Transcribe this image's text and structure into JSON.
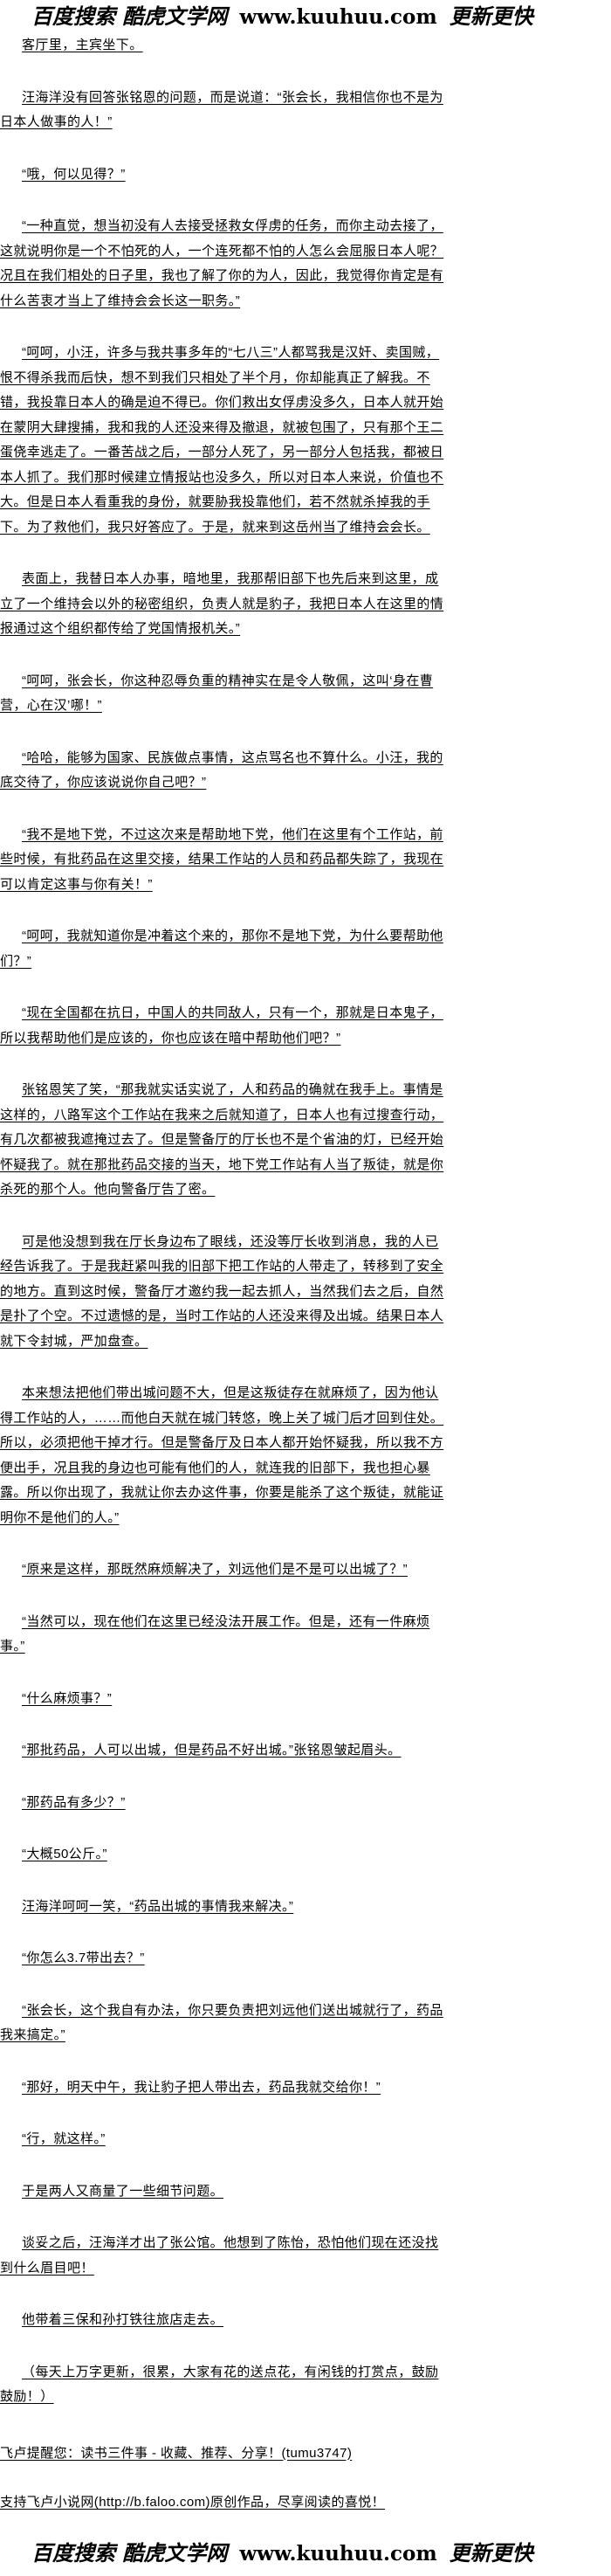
{
  "header_logo": {
    "left": "百度搜索 酷虎文学网",
    "url": "www.kuuhuu.com",
    "right": "更新更快"
  },
  "paragraphs": [
    "客厅里，主宾坐下。",
    "汪海洋没有回答张铭恩的问题，而是说道：“张会长，我相信你也不是为日本人做事的人！”",
    "“哦，何以见得？”",
    "“一种直觉，想当初没有人去接受拯救女俘虏的任务，而你主动去接了，这就说明你是一个不怕死的人，一个连死都不怕的人怎么会屈服日本人呢？况且在我们相处的日子里，我也了解了你的为人，因此，我觉得你肯定是有什么苦衷才当上了维持会会长这一职务。”",
    "“呵呵，小汪，许多与我共事多年的“七八三”人都骂我是汉奸、卖国贼，恨不得杀我而后快，想不到我们只相处了半个月，你却能真正了解我。不错，我投靠日本人的确是迫不得已。你们救出女俘虏没多久，日本人就开始在蒙阴大肆搜捕，我和我的人还没来得及撤退，就被包围了，只有那个王二蛋侥幸逃走了。一番苦战之后，一部分人死了，另一部分人包括我，都被日本人抓了。我们那时候建立情报站也没多久，所以对日本人来说，价值也不大。但是日本人看重我的身份，就要胁我投靠他们，若不然就杀掉我的手下。为了救他们，我只好答应了。于是，就来到这岳州当了维持会会长。",
    "表面上，我替日本人办事，暗地里，我那帮旧部下也先后来到这里，成立了一个维持会以外的秘密组织，负责人就是豹子，我把日本人在这里的情报通过这个组织都传给了党国情报机关。”",
    "“呵呵，张会长，你这种忍辱负重的精神实在是令人敬佩，这叫‘身在曹营，心在汉’哪！”",
    "“哈哈，能够为国家、民族做点事情，这点骂名也不算什么。小汪，我的底交待了，你应该说说你自己吧？”",
    "“我不是地下党，不过这次来是帮助地下党，他们在这里有个工作站，前些时候，有批药品在这里交接，结果工作站的人员和药品都失踪了，我现在可以肯定这事与你有关！”",
    "“呵呵，我就知道你是冲着这个来的，那你不是地下党，为什么要帮助他们？”",
    "“现在全国都在抗日，中国人的共同敌人，只有一个，那就是日本鬼子，所以我帮助他们是应该的，你也应该在暗中帮助他们吧？”",
    "张铭恩笑了笑，“那我就实话实说了，人和药品的确就在我手上。事情是这样的，八路军这个工作站在我来之后就知道了，日本人也有过搜查行动，有几次都被我遮掩过去了。但是警备厅的厅长也不是个省油的灯，已经开始怀疑我了。就在那批药品交接的当天，地下党工作站有人当了叛徒，就是你杀死的那个人。他向警备厅告了密。",
    "可是他没想到我在厅长身边布了眼线，还没等厅长收到消息，我的人已经告诉我了。于是我赶紧叫我的旧部下把工作站的人带走了，转移到了安全的地方。直到这时候，警备厅才邀约我一起去抓人，当然我们去之后，自然是扑了个空。不过遗憾的是，当时工作站的人还没来得及出城。结果日本人就下令封城，严加盘查。",
    "本来想法把他们带出城问题不大，但是这叛徒存在就麻烦了，因为他认得工作站的人，……而他白天就在城门转悠，晚上关了城门后才回到住处。所以，必须把他干掉才行。但是警备厅及日本人都开始怀疑我，所以我不方便出手，况且我的身边也可能有他们的人，就连我的旧部下，我也担心暴露。所以你出现了，我就让你去办这件事，你要是能杀了这个叛徒，就能证明你不是他们的人。”",
    "“原来是这样，那既然麻烦解决了，刘远他们是不是可以出城了？”",
    "“当然可以，现在他们在这里已经没法开展工作。但是，还有一件麻烦事。”",
    "“什么麻烦事？”",
    "“那批药品，人可以出城，但是药品不好出城。”张铭恩皱起眉头。",
    "“那药品有多少？”",
    "“大概50公斤。”",
    "汪海洋呵呵一笑，“药品出城的事情我来解决。”",
    "“你怎么3.7带出去？”",
    "“张会长，这个我自有办法，你只要负责把刘远他们送出城就行了，药品我来搞定。”",
    "“那好，明天中午，我让豹子把人带出去，药品我就交给你！”",
    "“行，就这样。”",
    "于是两人又商量了一些细节问题。",
    "谈妥之后，汪海洋才出了张公馆。他想到了陈怡，恐怕他们现在还没找到什么眉目吧！",
    "他带着三保和孙打铁往旅店走去。",
    "（每天上万字更新，很累，大家有花的送点花，有闲钱的打赏点，鼓励鼓励！）"
  ],
  "footer": {
    "reminder": "飞卢提醒您：读书三件事 - 收藏、推荐、分享！(tumu3747)",
    "support": "支持飞卢小说网(http://b.faloo.com)原创作品，尽享阅读的喜悦！"
  },
  "footer_logo": {
    "left": "百度搜索 酷虎文学网",
    "url": "www.kuuhuu.com",
    "right": "更新更快"
  }
}
